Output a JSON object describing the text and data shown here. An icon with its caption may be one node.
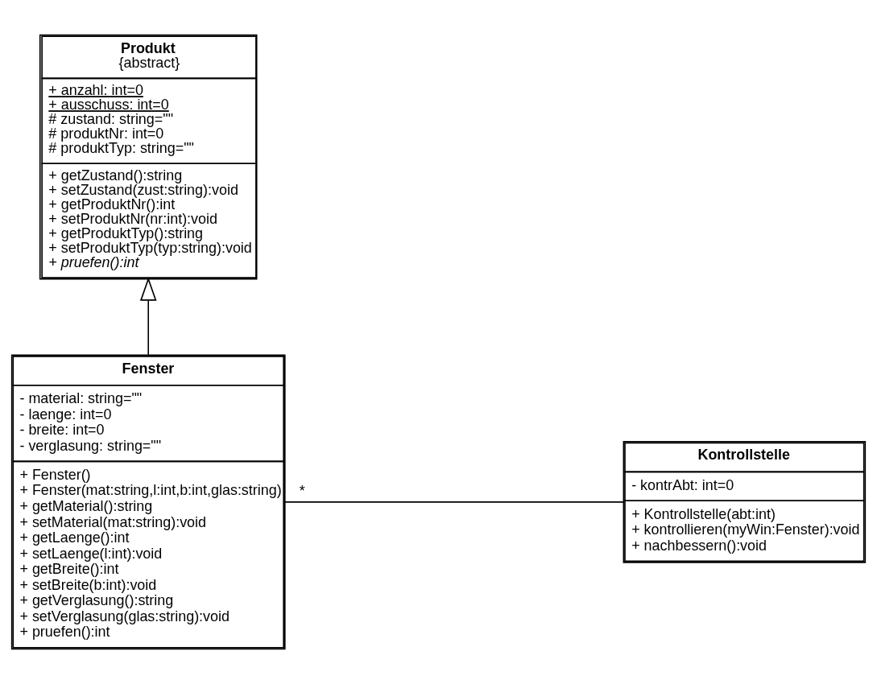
{
  "diagram": {
    "nodes": [
      {
        "text": [
          "Produkt",
          "{abstract}",
          "+ anzahl: int=0",
          "+ ausschuss: int=0",
          "# zustand: string=\"\"",
          "# produktNr: int=0",
          "# produktTyp: string=\"\"",
          "+ getZustand():string",
          "+ setZustand(zust:string):void",
          "+ getProduktNr():int",
          "+ setProduktNr(nr:int):void",
          "+ getProduktTyp():string",
          "+ setProduktTyp(typ:string):void",
          "+ pruefen():int"
        ]
      },
      {
        "text": [
          "Fenster",
          "- material: string=\"\"",
          "- laenge: int=0",
          "- breite: int=0",
          "- verglasung: string=\"\"",
          "+ Fenster()",
          "+ Fenster(mat:string,l:int,b:int,glas:string)",
          "+ getMaterial():string",
          "+ setMaterial(mat:string):void",
          "+ getLaenge():int",
          "+ setLaenge(l:int):void",
          "+ getBreite():int",
          "+ setBreite(b:int):void",
          "+ getVerglasung():string",
          "+ setVerglasung(glas:string):void",
          "+ pruefen():int"
        ]
      },
      {
        "text": [
          "Kontrollstelle",
          "- kontrAbt: int=0",
          "+ Kontrollstelle(abt:int)",
          "+ kontrollieren(myWin:Fenster):void",
          "+ nachbessern():void"
        ]
      }
    ],
    "edges": [
      {
        "from": 1,
        "to": 0,
        "arrow": "to"
      },
      {
        "from": 1,
        "to": 2,
        "arrow": "none",
        "label": "*"
      }
    ]
  }
}
